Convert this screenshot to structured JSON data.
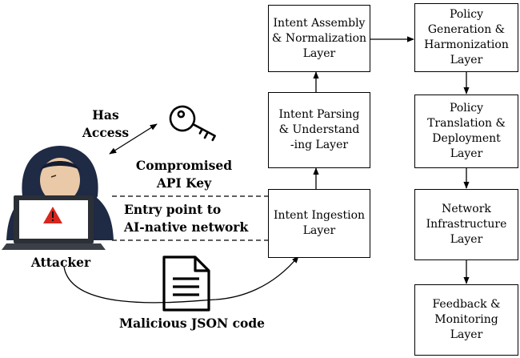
{
  "layers": {
    "intent_assembly": "Intent Assembly\n& Normalization\nLayer",
    "intent_parsing": "Intent Parsing\n& Understand\n-ing Layer",
    "intent_ingestion": "Intent Ingestion\nLayer",
    "policy_generation": "Policy\nGeneration &\nHarmonization\nLayer",
    "policy_translation": "Policy\nTranslation &\nDeployment\nLayer",
    "network_infrastructure": "Network\nInfrastructure\nLayer",
    "feedback_monitoring": "Feedback &\nMonitoring\nLayer"
  },
  "labels": {
    "has_access": "Has\nAccess",
    "compromised_api_key": "Compromised\nAPI Key",
    "entry_point": "Entry point to\nAI-native network",
    "attacker": "Attacker",
    "malicious_json": "Malicious JSON code"
  },
  "icons": {
    "attacker": "hooded-hacker-icon",
    "key": "key-icon",
    "document": "document-icon",
    "warning": "warning-icon"
  },
  "colors": {
    "hood": "#1f2a44",
    "face": "#e9c9a8",
    "warning_red": "#d7261e",
    "line": "#000000"
  }
}
